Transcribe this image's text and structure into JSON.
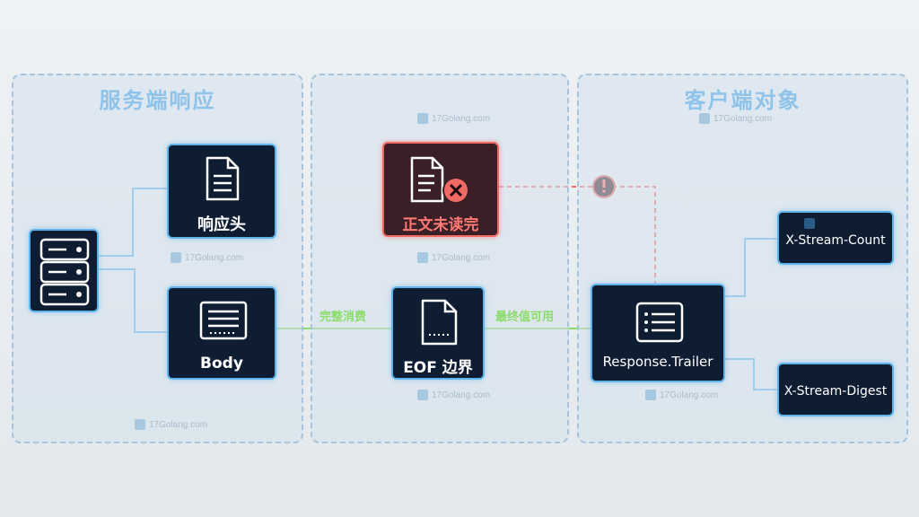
{
  "panels": {
    "server": {
      "title": "服务端响应"
    },
    "middle": {
      "title": ""
    },
    "client": {
      "title": "客户端对象"
    }
  },
  "nodes": {
    "server_icon": {
      "icon": "server-icon"
    },
    "headers": {
      "label": "响应头",
      "icon": "document-icon"
    },
    "body": {
      "label": "Body",
      "icon": "list-document-icon"
    },
    "body_unread": {
      "label": "正文未读完",
      "icon": "document-error-icon"
    },
    "eof": {
      "label": "EOF 边界",
      "icon": "document-dotted-icon"
    },
    "trailer": {
      "label": "Response.Trailer",
      "icon": "list-icon"
    },
    "stream_count": {
      "label": "X-Stream-Count"
    },
    "stream_digest": {
      "label": "X-Stream-Digest"
    }
  },
  "edges": {
    "consume_label": "完整消费",
    "available_label": "最终值可用"
  },
  "watermark": "17Golang.com",
  "colors": {
    "blue_line": "#5fb4ec",
    "green_line": "#8bdc6a",
    "red_line": "#ee6a63",
    "node_bg": "#0f1d33"
  }
}
